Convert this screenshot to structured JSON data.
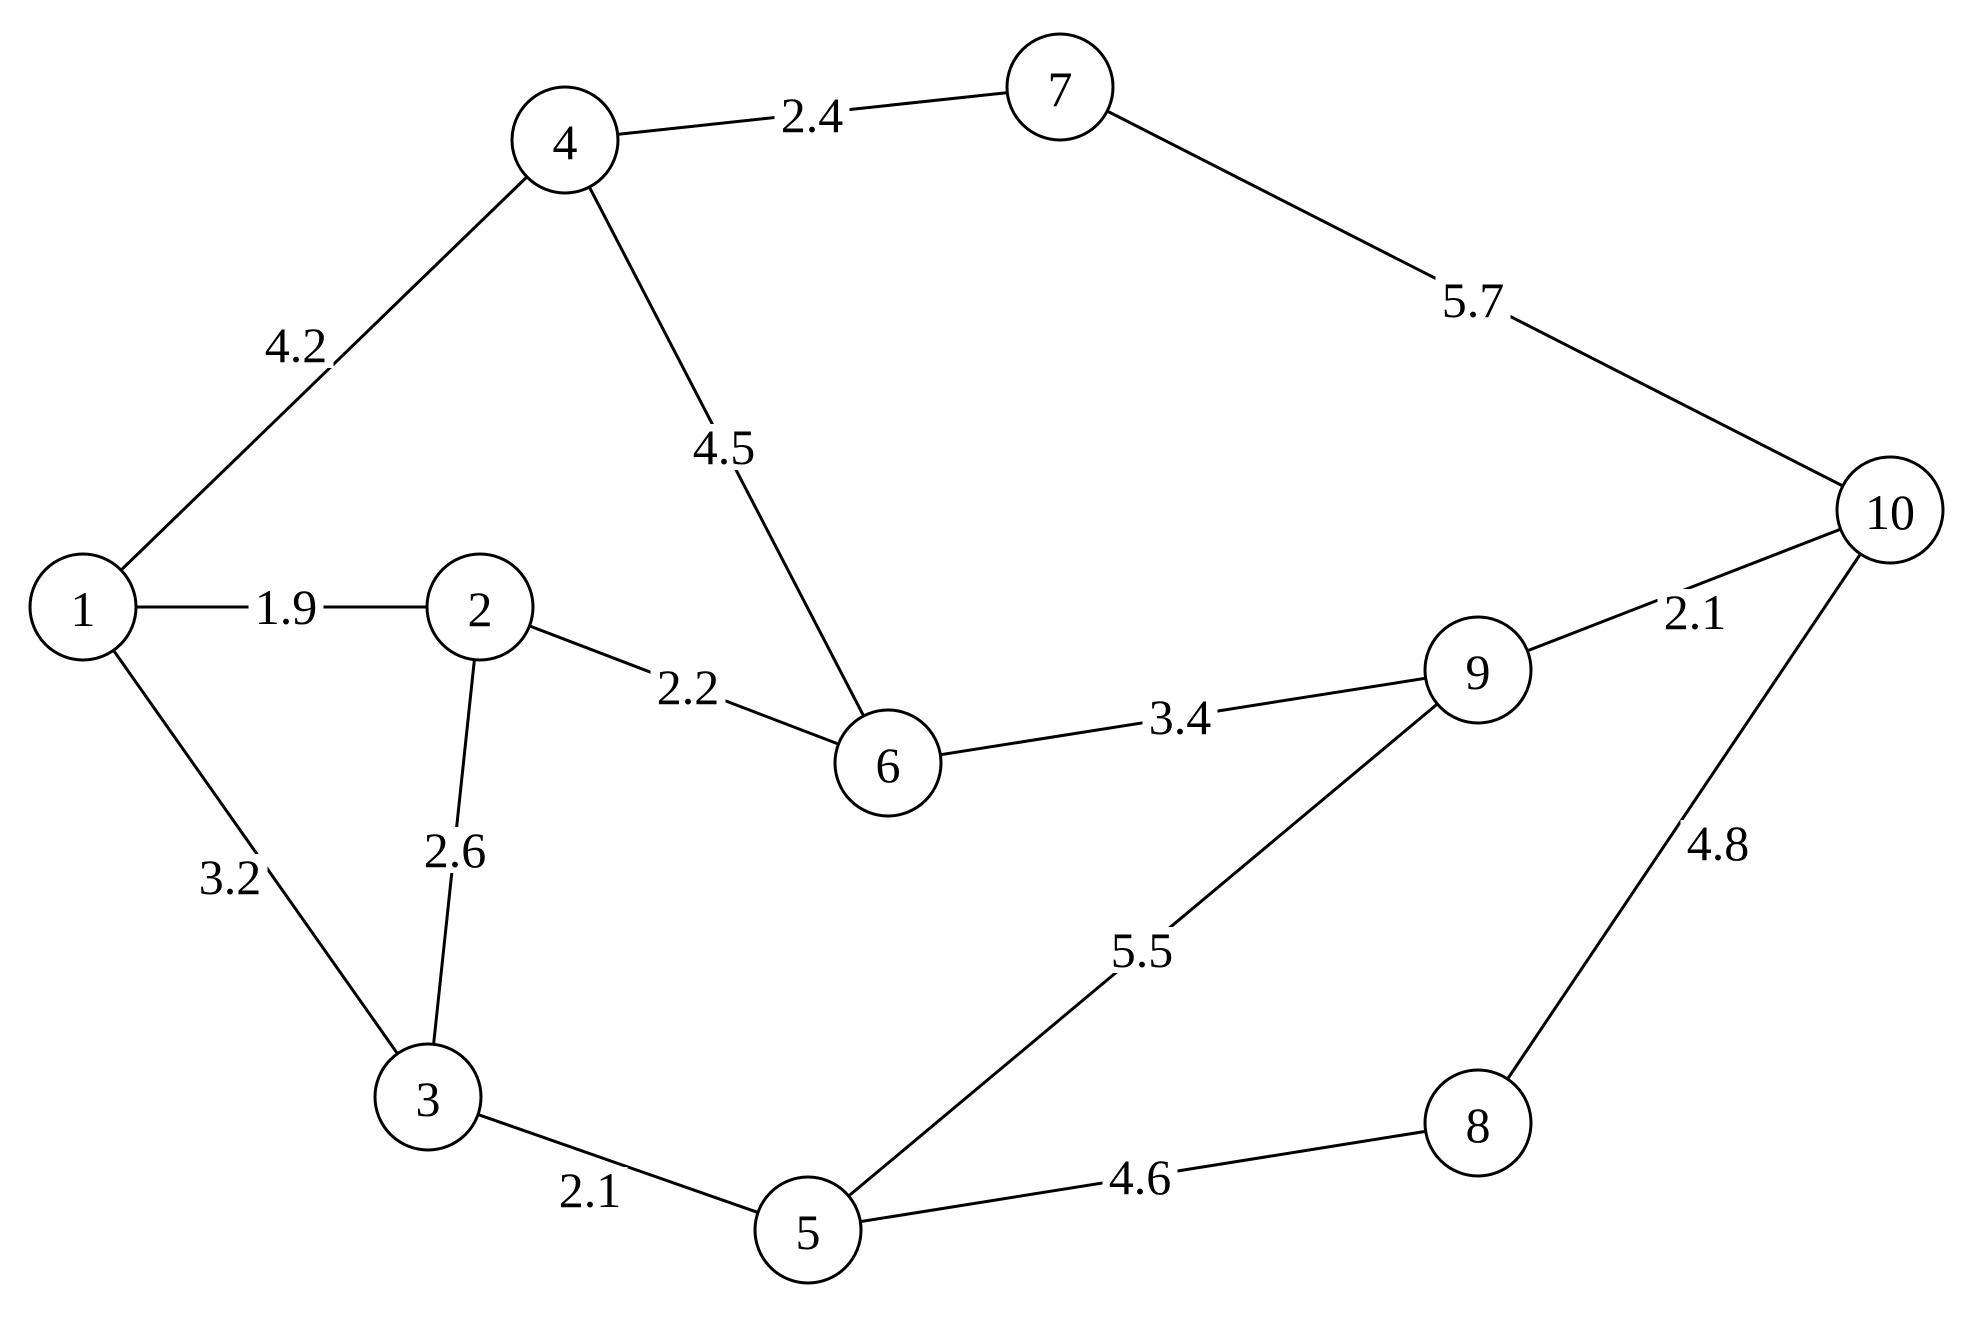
{
  "graph": {
    "nodes": [
      {
        "id": "1",
        "label": "1"
      },
      {
        "id": "2",
        "label": "2"
      },
      {
        "id": "3",
        "label": "3"
      },
      {
        "id": "4",
        "label": "4"
      },
      {
        "id": "5",
        "label": "5"
      },
      {
        "id": "6",
        "label": "6"
      },
      {
        "id": "7",
        "label": "7"
      },
      {
        "id": "8",
        "label": "8"
      },
      {
        "id": "9",
        "label": "9"
      },
      {
        "id": "10",
        "label": "10"
      }
    ],
    "edges": [
      {
        "from": "1",
        "to": "2",
        "weight": "1.9"
      },
      {
        "from": "1",
        "to": "3",
        "weight": "3.2"
      },
      {
        "from": "1",
        "to": "4",
        "weight": "4.2"
      },
      {
        "from": "2",
        "to": "3",
        "weight": "2.6"
      },
      {
        "from": "2",
        "to": "6",
        "weight": "2.2"
      },
      {
        "from": "3",
        "to": "5",
        "weight": "2.1"
      },
      {
        "from": "4",
        "to": "6",
        "weight": "4.5"
      },
      {
        "from": "4",
        "to": "7",
        "weight": "2.4"
      },
      {
        "from": "5",
        "to": "8",
        "weight": "4.6"
      },
      {
        "from": "5",
        "to": "9",
        "weight": "5.5"
      },
      {
        "from": "6",
        "to": "9",
        "weight": "3.4"
      },
      {
        "from": "7",
        "to": "10",
        "weight": "5.7"
      },
      {
        "from": "8",
        "to": "10",
        "weight": "4.8"
      },
      {
        "from": "9",
        "to": "10",
        "weight": "2.1"
      }
    ]
  }
}
